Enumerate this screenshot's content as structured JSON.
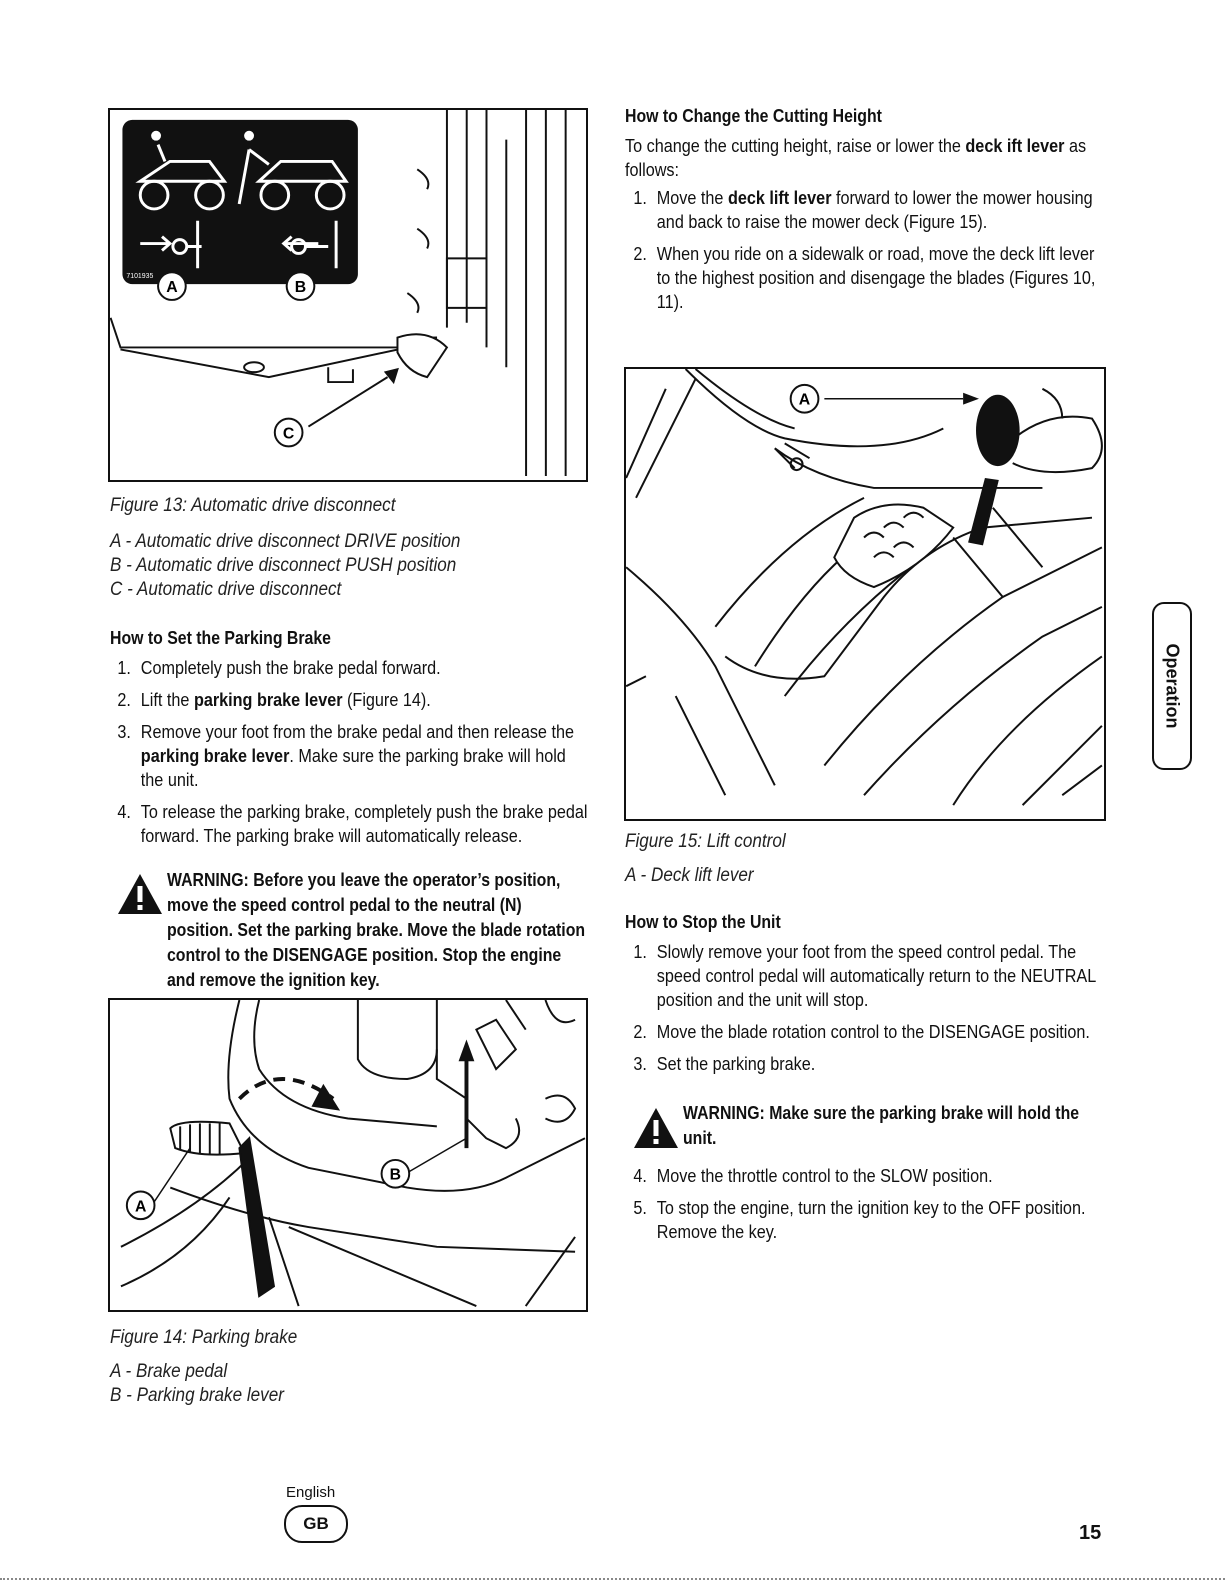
{
  "left": {
    "fig13": {
      "decal_code": "7101935",
      "callout_a": "A",
      "callout_b": "B",
      "callout_c": "C"
    },
    "fig13_caption": "Figure 13: Automatic drive disconnect",
    "fig13_legend": [
      "A - Automatic drive disconnect DRIVE position",
      "B - Automatic drive disconnect PUSH position",
      "C - Automatic drive disconnect"
    ],
    "parking_heading": "How to Set the Parking Brake",
    "parking_steps": [
      {
        "num": "1.",
        "pre": "Completely push the brake pedal forward.",
        "bold": "",
        "post": ""
      },
      {
        "num": "2.",
        "pre": "Lift the ",
        "bold": "parking brake lever",
        "post": " (Figure 14)."
      },
      {
        "num": "3.",
        "pre": "Remove your foot from the brake pedal and then release the ",
        "bold": "parking brake lever",
        "post": ". Make sure the parking brake will hold the unit."
      },
      {
        "num": "4.",
        "pre": "To release the parking brake, completely push the brake pedal forward. The parking brake will automatically release.",
        "bold": "",
        "post": ""
      }
    ],
    "warning1": "WARNING: Before you leave the operator’s position, move the speed control pedal to the neutral (N) position. Set the parking brake. Move the blade rotation control to the DISENGAGE position. Stop the engine and remove the ignition key.",
    "fig14": {
      "callout_a": "A",
      "callout_b": "B"
    },
    "fig14_caption": "Figure 14: Parking brake",
    "fig14_legend": [
      "A - Brake pedal",
      "B - Parking brake lever"
    ]
  },
  "right": {
    "height_heading": "How to Change the Cutting Height",
    "height_intro_pre": "To change the cutting height, raise or lower the ",
    "height_intro_bold": "deck ift lever",
    "height_intro_post": " as follows:",
    "height_steps": [
      {
        "num": "1.",
        "pre": "Move the ",
        "bold": "deck lift lever",
        "post": " forward to lower the mower housing and back to raise the mower deck (Figure 15)."
      },
      {
        "num": "2.",
        "pre": "When you ride on a sidewalk or road, move the deck lift lever to the highest position and disengage the blades (Figures 10, 11).",
        "bold": "",
        "post": ""
      }
    ],
    "fig15": {
      "callout_a": "A"
    },
    "fig15_caption": "Figure 15: Lift control",
    "fig15_legend": [
      "A - Deck lift lever"
    ],
    "stop_heading": "How to Stop the Unit",
    "stop_steps_a": [
      {
        "num": "1.",
        "text": "Slowly remove your foot from the speed control pedal. The speed control pedal will automatically return to the NEUTRAL position and the unit will stop."
      },
      {
        "num": "2.",
        "text": "Move the blade rotation control to the DISENGAGE position."
      },
      {
        "num": "3.",
        "text": "Set the parking brake."
      }
    ],
    "warning2": "WARNING: Make sure the parking brake will hold the unit.",
    "stop_steps_b": [
      {
        "num": "4.",
        "text": "Move the throttle control to the SLOW position."
      },
      {
        "num": "5.",
        "text": "To stop the engine, turn the ignition key to the OFF position. Remove the key."
      }
    ]
  },
  "side_tab": "Operation",
  "footer": {
    "language": "English",
    "region_badge": "GB",
    "page_number": "15"
  },
  "icons": {
    "warning": "warning-triangle-icon"
  }
}
